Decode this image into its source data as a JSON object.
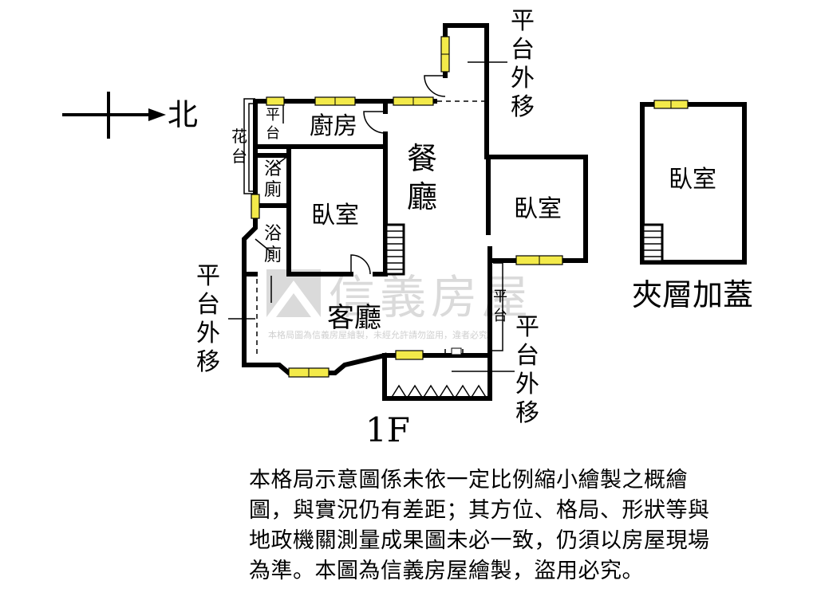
{
  "compass": {
    "direction_label": "北"
  },
  "rooms": {
    "kitchen": "廚房",
    "dining_line1": "餐",
    "dining_line2": "廳",
    "bedroom_center": "臥室",
    "bedroom_right": "臥室",
    "living": "客廳",
    "bath_upper_line1": "浴",
    "bath_upper_line2": "廁",
    "bath_lower_line1": "浴",
    "bath_lower_line2": "廁",
    "mezz_bedroom": "臥室"
  },
  "platform_small": {
    "line1": "平",
    "line2": "台"
  },
  "flower_bed": {
    "line1": "花",
    "line2": "台"
  },
  "platform_right_small": {
    "line1": "平",
    "line2": "台"
  },
  "platform_moved": {
    "top_right": [
      "平",
      "台",
      "外",
      "移"
    ],
    "left": [
      "平",
      "台",
      "外",
      "移"
    ],
    "bottom_right": [
      "平",
      "台",
      "外",
      "移"
    ]
  },
  "mezzanine_label": "夾層加蓋",
  "floor_label": "1F",
  "watermark": {
    "brand": "信義房屋",
    "notice": "本格局圖為信義房屋繪製，未經允許請勿盜用，違者必究"
  },
  "disclaimer": "本格局示意圖係未依一定比例縮小繪製之概繪圖，與實況仍有差距；其方位、格局、形狀等與地政機關測量成果圖未必一致，仍須以房屋現場為準。本圖為信義房屋繪製，盜用必究。",
  "colors": {
    "window_fill": "#f3ea4a",
    "wall": "#000000",
    "watermark": "#c9c9c9"
  }
}
